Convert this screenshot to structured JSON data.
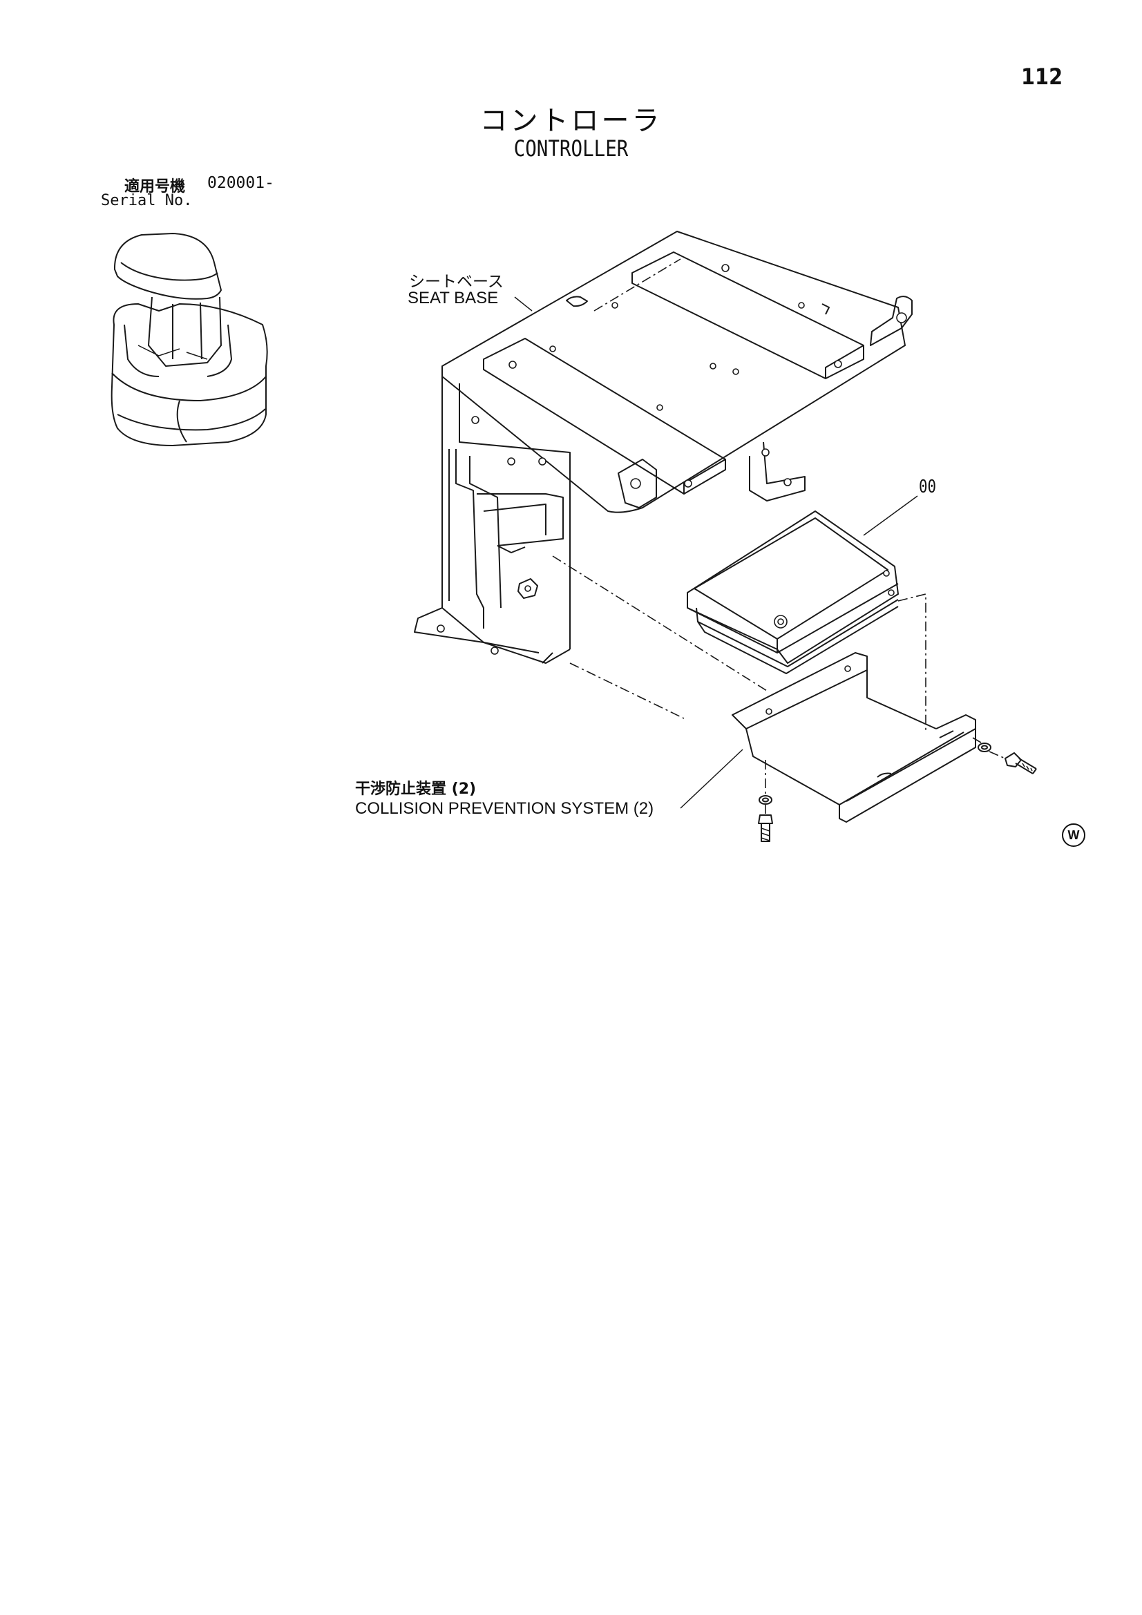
{
  "page_number": "112",
  "title": {
    "japanese": "コントローラ",
    "english": "CONTROLLER"
  },
  "serial": {
    "label_japanese": "適用号機",
    "value": "020001-",
    "label_english": "Serial No."
  },
  "callouts": {
    "seat_base": {
      "japanese": "シートベース",
      "english": "SEAT BASE"
    },
    "controller_ref": "00",
    "collision_prevention": {
      "japanese": "干渉防止装置 (2)",
      "english": "COLLISION PREVENTION SYSTEM (2)"
    }
  },
  "watermark_symbol": "W"
}
